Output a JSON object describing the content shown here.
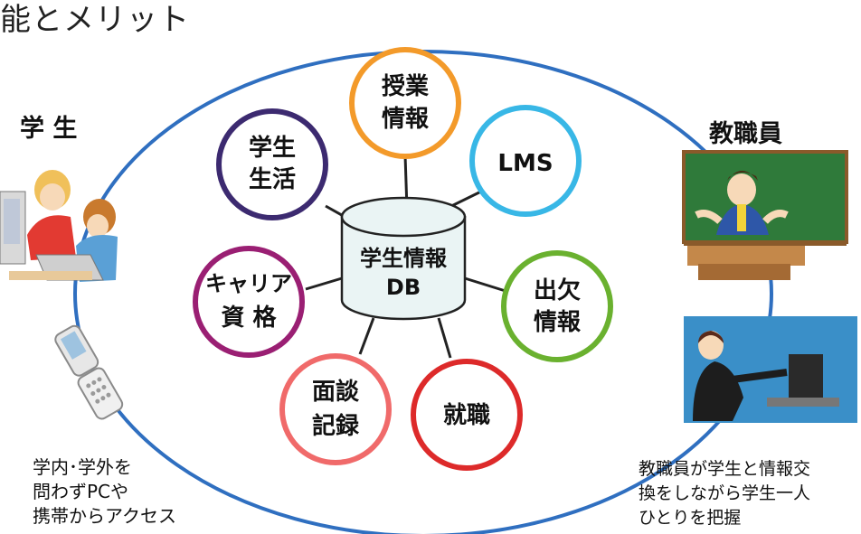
{
  "title": "能とメリット",
  "labels": {
    "student": "学 生",
    "staff": "教職員"
  },
  "captions": {
    "left": [
      "学内･学外を",
      "問わずPCや",
      "携帯からアクセス"
    ],
    "right": [
      "教職員が学生と情報交",
      "換をしながら学生一人",
      "ひとりを把握"
    ]
  },
  "center": {
    "lines": [
      "学生情報",
      "DB"
    ]
  },
  "nodes": [
    {
      "id": "lesson",
      "lines": [
        "授業",
        "情報"
      ],
      "color": "#f39a2a"
    },
    {
      "id": "lms",
      "lines": [
        "LMS"
      ],
      "color": "#38b7e6"
    },
    {
      "id": "attendance",
      "lines": [
        "出欠",
        "情報"
      ],
      "color": "#6ab12f"
    },
    {
      "id": "employment",
      "lines": [
        "就職"
      ],
      "color": "#dd2a2a"
    },
    {
      "id": "interview",
      "lines": [
        "面談",
        "記録"
      ],
      "color": "#f06a6a"
    },
    {
      "id": "career",
      "lines": [
        "キャリア",
        "資 格"
      ],
      "color": "#9a1f73"
    },
    {
      "id": "student-life",
      "lines": [
        "学生",
        "生活"
      ],
      "color": "#3c2a70"
    }
  ],
  "colors": {
    "ring": "#2f6fc0",
    "connector": "#222222",
    "db_fill": "#eaf4f4"
  }
}
